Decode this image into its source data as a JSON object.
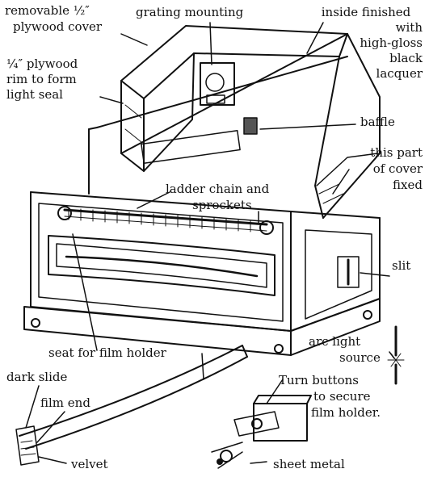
{
  "labels": {
    "removable_cover": [
      "removable ½″",
      "plywood cover"
    ],
    "grating_mounting": "grating mounting",
    "inside_finished": [
      "inside finished",
      "with",
      "high-gloss",
      "black",
      "lacquer"
    ],
    "plywood_rim": [
      "¼″ plywood",
      "rim to form",
      "light seal"
    ],
    "baffle": "baffle",
    "cover_fixed": [
      "this part",
      "of cover",
      "fixed"
    ],
    "ladder_chain": [
      "ladder chain and",
      "sprockets"
    ],
    "slit": "slit",
    "arc_light": [
      "arc light",
      "source"
    ],
    "seat_film_holder": "seat for film holder",
    "dark_slide": "dark slide",
    "film_end": "film end",
    "turn_buttons": [
      "Turn buttons",
      "to secure",
      "film holder."
    ],
    "velvet": "velvet",
    "sheet_metal": "sheet metal"
  },
  "colors": {
    "ink": "#111111",
    "paper": "#ffffff",
    "shade": "#555555"
  }
}
